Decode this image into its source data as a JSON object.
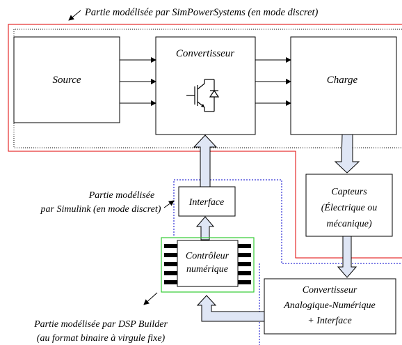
{
  "title": "Partie modélisée par SimPowerSystems (en mode discret)",
  "blocks": {
    "source": "Source",
    "converter": "Convertisseur",
    "load": "Charge",
    "interface": "Interface",
    "controller_line1": "Contrôleur",
    "controller_line2": "numérique",
    "sensors_line1": "Capteurs",
    "sensors_line2": "(Électrique ou",
    "sensors_line3": "mécanique)",
    "adc_line1": "Convertisseur",
    "adc_line2": "Analogique-Numérique",
    "adc_line3": "+ Interface"
  },
  "annotations": {
    "simulink_line1": "Partie modélisée",
    "simulink_line2": "par Simulink (en mode discret)",
    "dsp_line1": "Partie modélisée par DSP Builder",
    "dsp_line2": "(au format binaire à virgule fixe)"
  },
  "colors": {
    "simpowersystems_border": "#e00000",
    "simulink_border": "#0000cc",
    "dsp_builder_border": "#33cc33",
    "wide_arrow_fill": "#dfe6f5"
  },
  "icons": [
    "igbt-diode-icon",
    "chip-pins-icon"
  ]
}
